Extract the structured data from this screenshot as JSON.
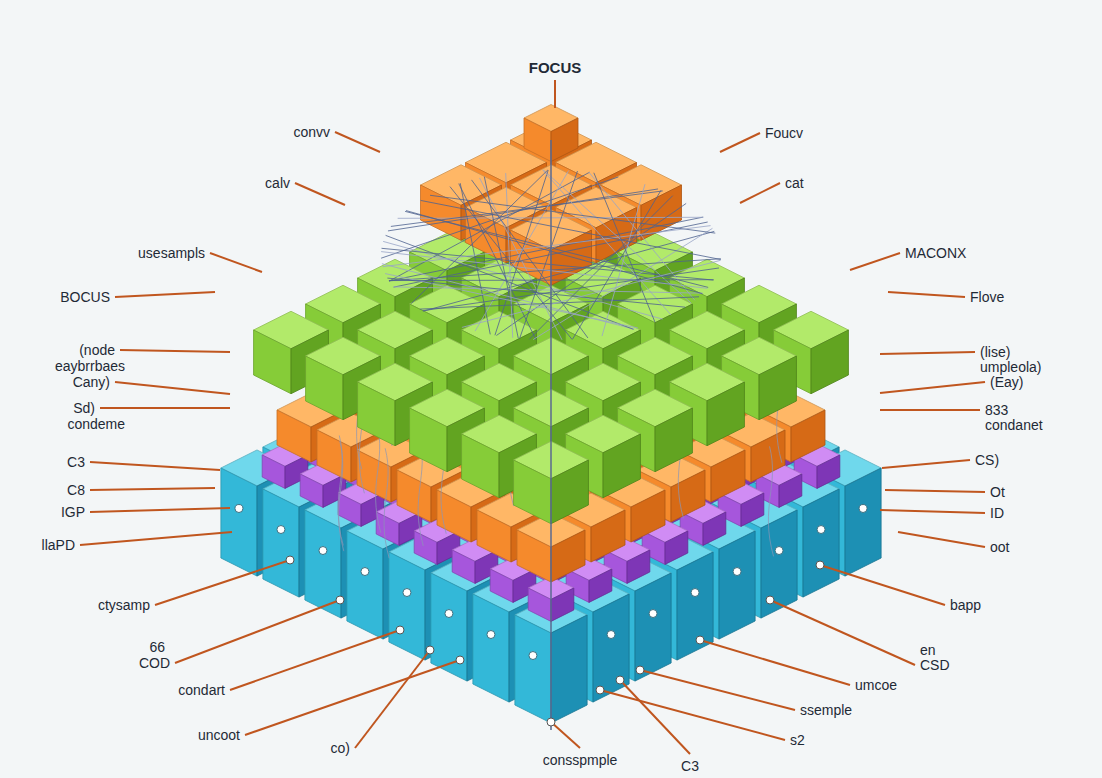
{
  "diagram": {
    "labels": [
      "FOCUS",
      "convv",
      "Foucv",
      "calv",
      "cat",
      "usesampls",
      "MACONX",
      "BOCUS",
      "Flove",
      "(node",
      "eaybrrbaes",
      "Cany)",
      "(lise)",
      "umpleola)",
      "(Eay)",
      "Sd)",
      "condeme",
      "833",
      "condanet",
      "C3",
      "CS)",
      "C8",
      "Ot",
      "IGP",
      "ID",
      "llaPD",
      "oot",
      "ctysamp",
      "bapp",
      "66",
      "COD",
      "en",
      "CSD",
      "condart",
      "umcoe",
      "uncoot",
      "ssemple",
      "co)",
      "s2",
      "consspmple",
      "C3"
    ]
  }
}
